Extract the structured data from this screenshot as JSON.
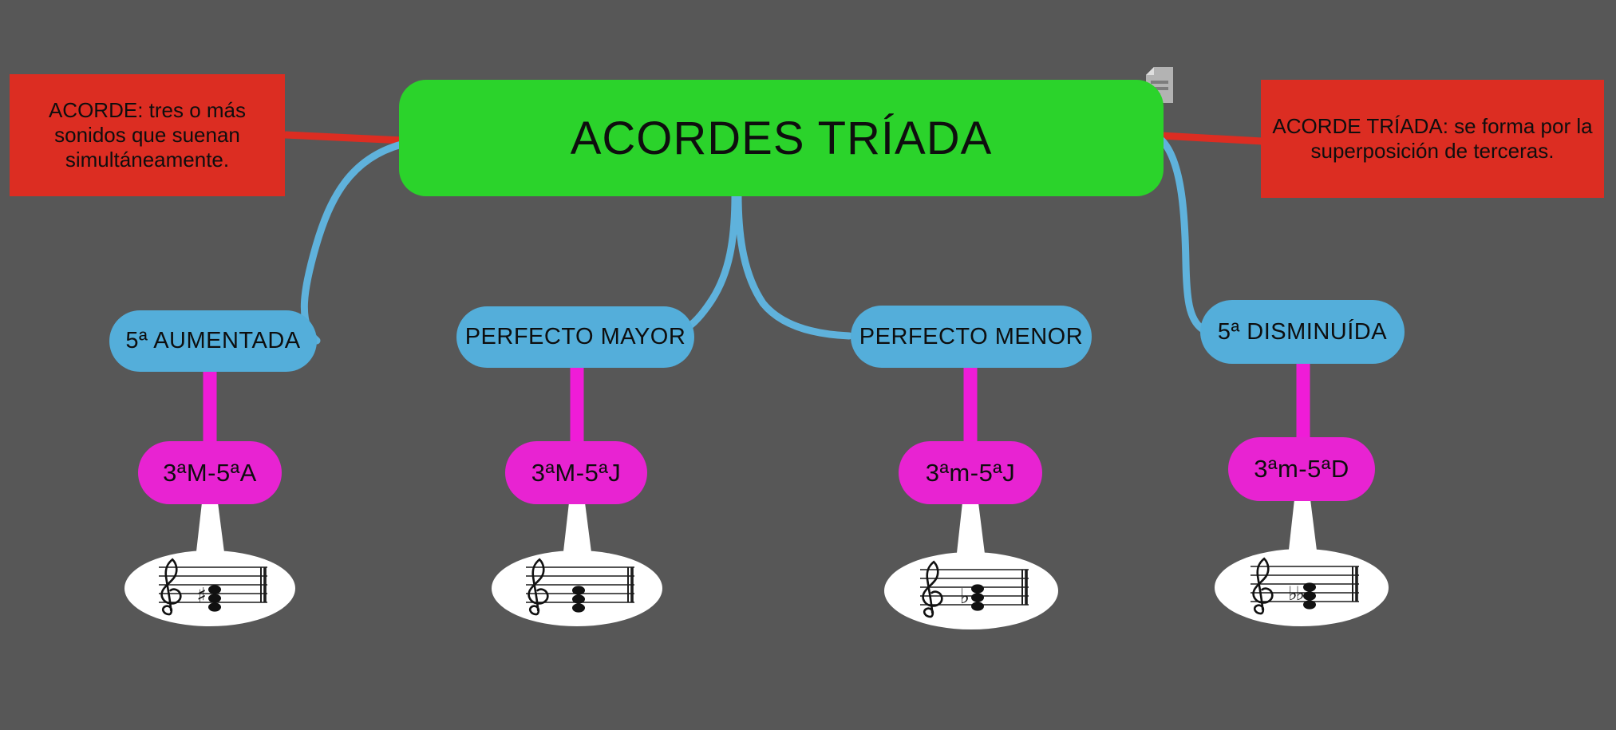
{
  "app": {
    "background_color": "#575757",
    "kind": "mind-map"
  },
  "header_icon": {
    "name": "document-icon"
  },
  "root_node": {
    "label": "ACORDES TRÍADA",
    "fill": "#2bd32b"
  },
  "side_notes": [
    {
      "text": "ACORDE: tres o más sonidos que suenan simultáneamente.",
      "fill": "#dc2d22",
      "side": "left"
    },
    {
      "text": "ACORDE TRÍADA: se forma por la superposición de terceras.",
      "fill": "#dc2d22",
      "side": "right"
    }
  ],
  "branches": [
    {
      "type_label": "5ª AUMENTADA",
      "interval_label": "3ªM-5ªA",
      "notation": {
        "clef": "treble",
        "accidental": "♯",
        "chord": "triad"
      }
    },
    {
      "type_label": "PERFECTO MAYOR",
      "interval_label": "3ªM-5ªJ",
      "notation": {
        "clef": "treble",
        "accidental": "",
        "chord": "triad"
      }
    },
    {
      "type_label": "PERFECTO MENOR",
      "interval_label": "3ªm-5ªJ",
      "notation": {
        "clef": "treble",
        "accidental": "♭",
        "chord": "triad"
      }
    },
    {
      "type_label": "5ª DISMINUÍDA",
      "interval_label": "3ªm-5ªD",
      "notation": {
        "clef": "treble",
        "accidental": "♭♭",
        "chord": "triad"
      }
    }
  ],
  "colors": {
    "type_node": "#54aeda",
    "interval_node": "#e823d2",
    "connector_blue": "#5fb2dc",
    "connector_red": "#dc2d22",
    "connector_magenta": "#ef1cd7",
    "score_background": "#ffffff",
    "root_text": "#0e0e0e"
  }
}
